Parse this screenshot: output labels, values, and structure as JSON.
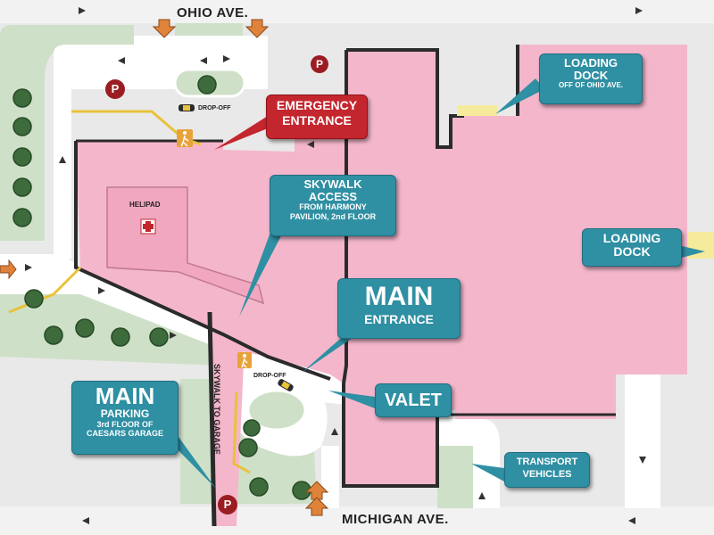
{
  "streets": {
    "north": "OHIO AVE.",
    "south": "MICHIGAN AVE."
  },
  "labels": {
    "helipad": "HELIPAD",
    "dropoff_top": "DROP-OFF",
    "dropoff_bottom": "DROP-OFF",
    "skywalk_to_garage": "SKYWALK TO GARAGE"
  },
  "parking_symbol": "P",
  "callouts": {
    "emergency": {
      "line1": "EMERGENCY",
      "line2": "ENTRANCE"
    },
    "loading_dock_top": {
      "line1": "LOADING",
      "line2": "DOCK",
      "line3": "OFF OF OHIO AVE."
    },
    "skywalk_access": {
      "line1": "SKYWALK",
      "line2": "ACCESS",
      "line3": "FROM HARMONY",
      "line4": "PAVILION, 2nd FLOOR"
    },
    "loading_dock_right": {
      "line1": "LOADING",
      "line2": "DOCK"
    },
    "main_entrance": {
      "line1": "MAIN",
      "line2": "ENTRANCE"
    },
    "valet": {
      "line1": "VALET"
    },
    "main_parking": {
      "line1": "MAIN",
      "line2": "PARKING",
      "line3": "3rd FLOOR OF",
      "line4": "CAESARS GARAGE"
    },
    "transport": {
      "line1": "TRANSPORT",
      "line2": "VEHICLES"
    }
  },
  "colors": {
    "building": "#f4b6cb",
    "callout": "#2f8fa3",
    "emergency": "#c4262e",
    "road": "#ffffff",
    "green": "#cfe0c8",
    "parking_badge": "#9b1d22",
    "walk_path": "#e8c23a"
  }
}
